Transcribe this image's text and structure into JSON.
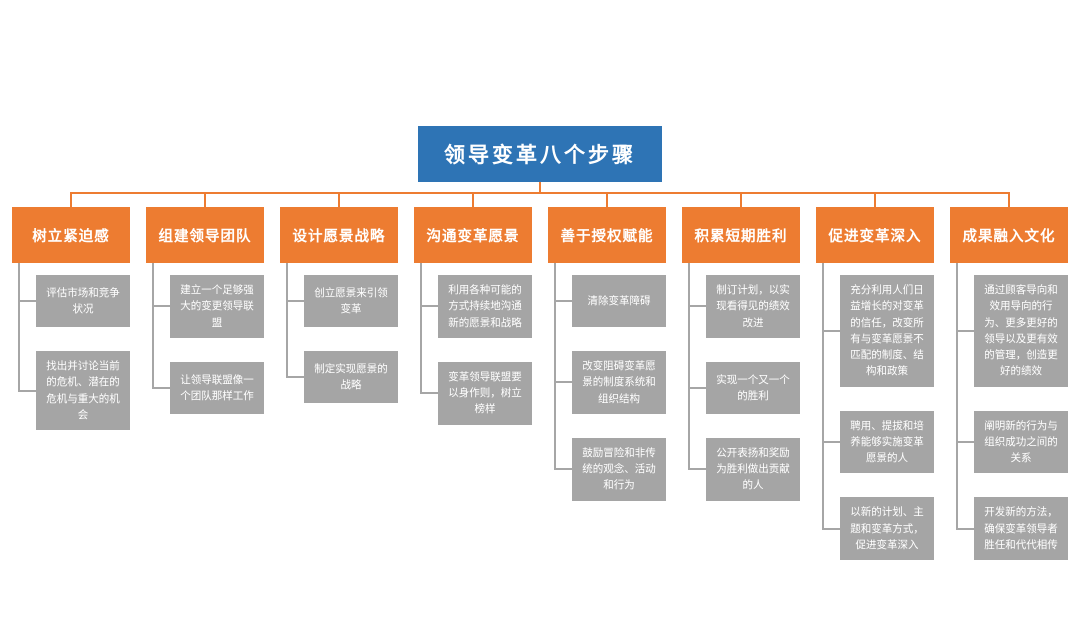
{
  "title": "领导变革八个步骤",
  "colors": {
    "title_bg": "#2E74B5",
    "step_bg": "#ED7C31",
    "item_bg": "#A5A5A5",
    "connector_top": "#ED7C31",
    "connector_child": "#A6A6A6",
    "text": "#FFFFFF",
    "background": "#FFFFFF"
  },
  "diagram_type": "org-chart-hierarchy",
  "steps": [
    {
      "label": "树立紧迫感",
      "items": [
        "评估市场和竞争状况",
        "找出并讨论当前的危机、潜在的危机与重大的机会"
      ]
    },
    {
      "label": "组建领导团队",
      "items": [
        "建立一个足够强大的变更领导联盟",
        "让领导联盟像一个团队那样工作"
      ]
    },
    {
      "label": "设计愿景战略",
      "items": [
        "创立愿景来引领变革",
        "制定实现愿景的战略"
      ]
    },
    {
      "label": "沟通变革愿景",
      "items": [
        "利用各种可能的方式持续地沟通新的愿景和战略",
        "变革领导联盟要以身作则，树立榜样"
      ]
    },
    {
      "label": "善于授权赋能",
      "items": [
        "清除变革障碍",
        "改变阻碍变革愿景的制度系统和组织结构",
        "鼓励冒险和非传统的观念、活动和行为"
      ]
    },
    {
      "label": "积累短期胜利",
      "items": [
        "制订计划，以实现看得见的绩效改进",
        "实现一个又一个的胜利",
        "公开表扬和奖励为胜利做出贡献的人"
      ]
    },
    {
      "label": "促进变革深入",
      "items": [
        "充分利用人们日益增长的对变革的信任，改变所有与变革愿景不匹配的制度、结构和政策",
        "聘用、提拔和培养能够实施变革愿景的人",
        "以新的计划、主题和变革方式，促进变革深入"
      ]
    },
    {
      "label": "成果融入文化",
      "items": [
        "通过顾客导向和效用导向的行为、更多更好的领导以及更有效的管理，创造更好的绩效",
        "阐明新的行为与组织成功之间的关系",
        "开发新的方法，确保变革领导者胜任和代代相传"
      ]
    }
  ]
}
